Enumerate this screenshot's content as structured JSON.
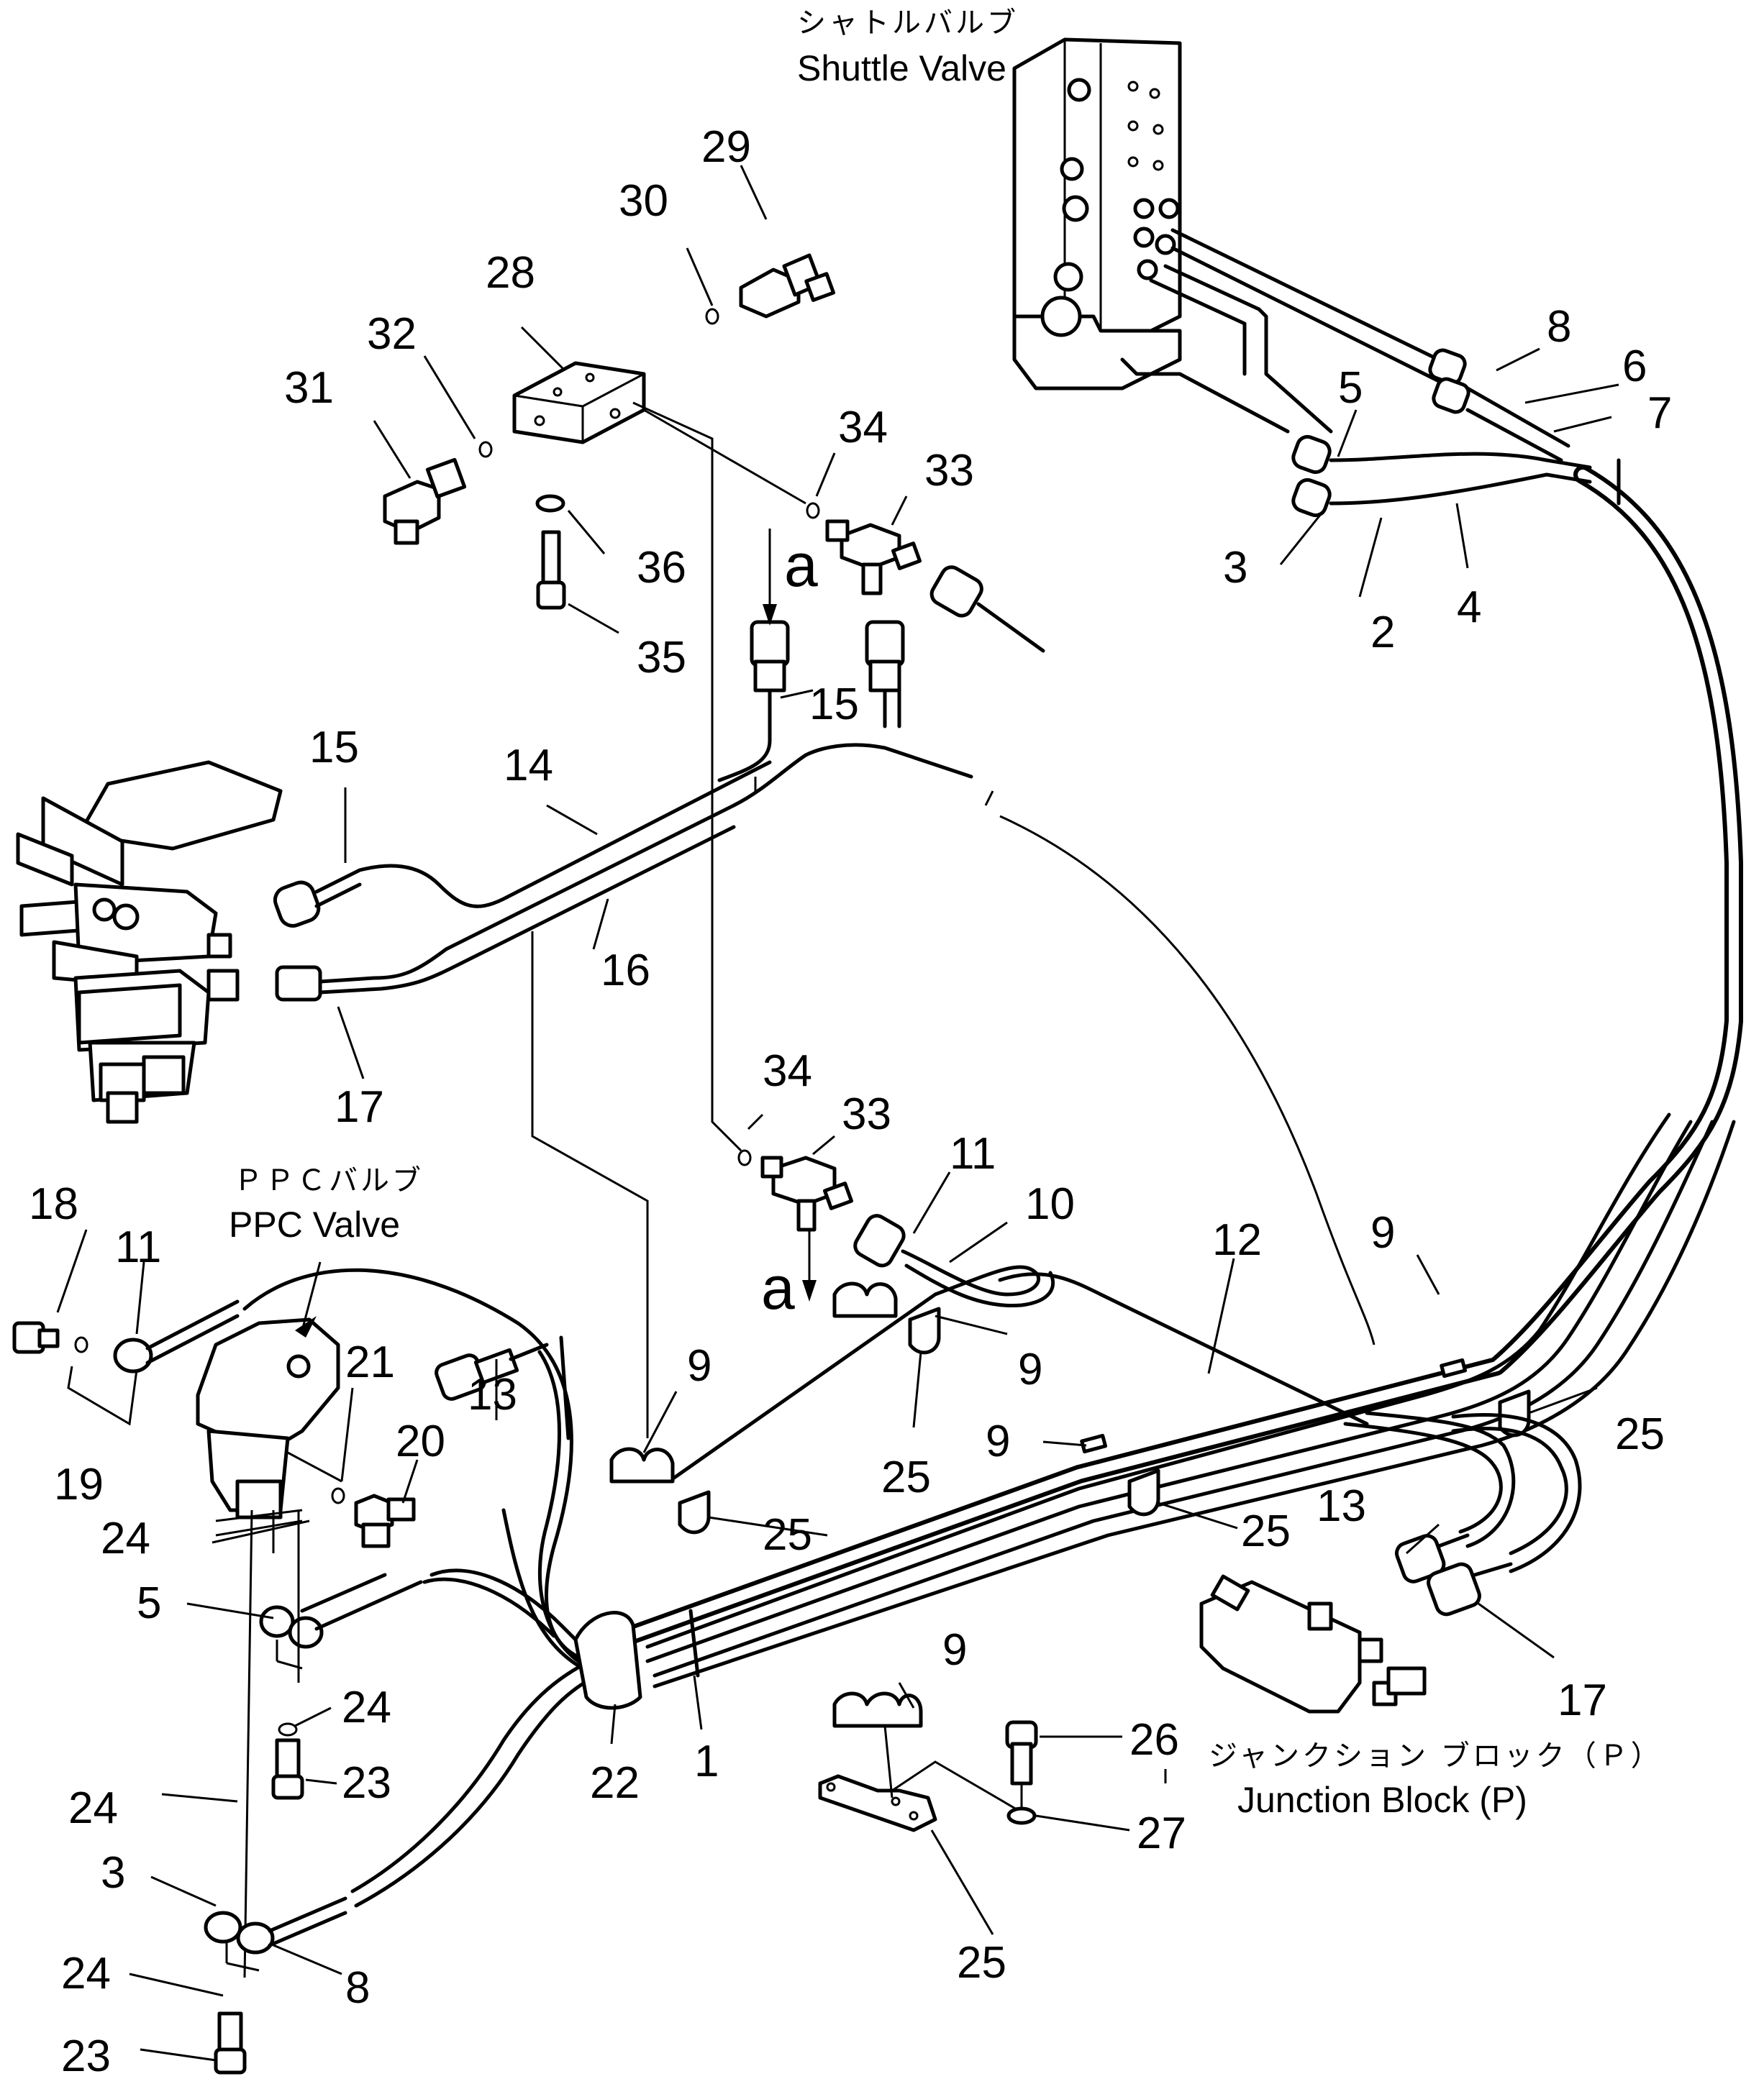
{
  "labels": {
    "shuttle_jp": "シャトルバルブ",
    "shuttle_en": "Shuttle Valve",
    "ppc_jp": "ＰＰＣバルブ",
    "ppc_en": "PPC Valve",
    "junction_jp": "ジャンクション ブロック（Ｐ）",
    "junction_en": "Junction Block (P)",
    "view_a_top": "a",
    "view_a_bottom": "a"
  },
  "parts": [
    {
      "id": "p29",
      "text": "29"
    },
    {
      "id": "p30",
      "text": "30"
    },
    {
      "id": "p28",
      "text": "28"
    },
    {
      "id": "p32",
      "text": "32"
    },
    {
      "id": "p31",
      "text": "31"
    },
    {
      "id": "p34a",
      "text": "34"
    },
    {
      "id": "p33a",
      "text": "33"
    },
    {
      "id": "p36",
      "text": "36"
    },
    {
      "id": "p35",
      "text": "35"
    },
    {
      "id": "p15a",
      "text": "15"
    },
    {
      "id": "p15b",
      "text": "15"
    },
    {
      "id": "p14",
      "text": "14"
    },
    {
      "id": "p16",
      "text": "16"
    },
    {
      "id": "p17a",
      "text": "17"
    },
    {
      "id": "p8a",
      "text": "8"
    },
    {
      "id": "p6",
      "text": "6"
    },
    {
      "id": "p7",
      "text": "7"
    },
    {
      "id": "p5a",
      "text": "5"
    },
    {
      "id": "p3a",
      "text": "3"
    },
    {
      "id": "p2",
      "text": "2"
    },
    {
      "id": "p4",
      "text": "4"
    },
    {
      "id": "p34b",
      "text": "34"
    },
    {
      "id": "p33b",
      "text": "33"
    },
    {
      "id": "p11a",
      "text": "11"
    },
    {
      "id": "p10",
      "text": "10"
    },
    {
      "id": "p12",
      "text": "12"
    },
    {
      "id": "p9a",
      "text": "9"
    },
    {
      "id": "p18",
      "text": "18"
    },
    {
      "id": "p11b",
      "text": "11"
    },
    {
      "id": "p21",
      "text": "21"
    },
    {
      "id": "p13a",
      "text": "13"
    },
    {
      "id": "p20",
      "text": "20"
    },
    {
      "id": "p19",
      "text": "19"
    },
    {
      "id": "p9b",
      "text": "9"
    },
    {
      "id": "p9c",
      "text": "9"
    },
    {
      "id": "p25a",
      "text": "25"
    },
    {
      "id": "p9d",
      "text": "9"
    },
    {
      "id": "p25b",
      "text": "25"
    },
    {
      "id": "p25c",
      "text": "25"
    },
    {
      "id": "p25d",
      "text": "25"
    },
    {
      "id": "p13b",
      "text": "13"
    },
    {
      "id": "p24a",
      "text": "24"
    },
    {
      "id": "p5b",
      "text": "5"
    },
    {
      "id": "p24b",
      "text": "24"
    },
    {
      "id": "p23a",
      "text": "23"
    },
    {
      "id": "p22",
      "text": "22"
    },
    {
      "id": "p1",
      "text": "1"
    },
    {
      "id": "p9e",
      "text": "9"
    },
    {
      "id": "p26",
      "text": "26"
    },
    {
      "id": "p17b",
      "text": "17"
    },
    {
      "id": "p27",
      "text": "27"
    },
    {
      "id": "p24c",
      "text": "24"
    },
    {
      "id": "p3b",
      "text": "3"
    },
    {
      "id": "p8b",
      "text": "8"
    },
    {
      "id": "p25e",
      "text": "25"
    },
    {
      "id": "p24d",
      "text": "24"
    },
    {
      "id": "p23b",
      "text": "23"
    }
  ]
}
